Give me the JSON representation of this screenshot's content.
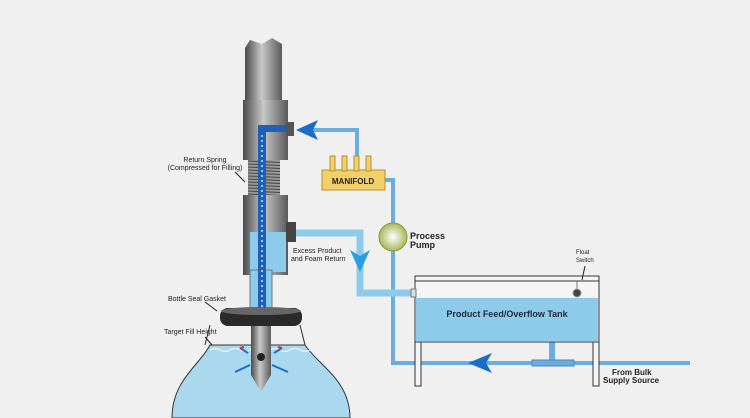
{
  "labels": {
    "return_spring_1": "Return Spring",
    "return_spring_2": "(Compressed for Filling)",
    "manifold": "MANIFOLD",
    "pump_1": "Process",
    "pump_2": "Pump",
    "excess_1": "Excess Product",
    "excess_2": "and Foam Return",
    "float_1": "Float",
    "float_2": "Switch",
    "tank": "Product Feed/Overflow Tank",
    "gasket": "Bottle Seal Gasket",
    "fill_height": "Target Fill Height",
    "bulk_1": "From Bulk",
    "bulk_2": "Supply Source"
  },
  "colors": {
    "background": "#f0f0f0",
    "liquid": "#8ecbea",
    "feed_pipe": "#6aaee0",
    "inner_tube": "#1f5fb8",
    "arrow": "#1a6ec8",
    "manifold": "#f3cf6a",
    "steel": "#8a8a8a"
  }
}
